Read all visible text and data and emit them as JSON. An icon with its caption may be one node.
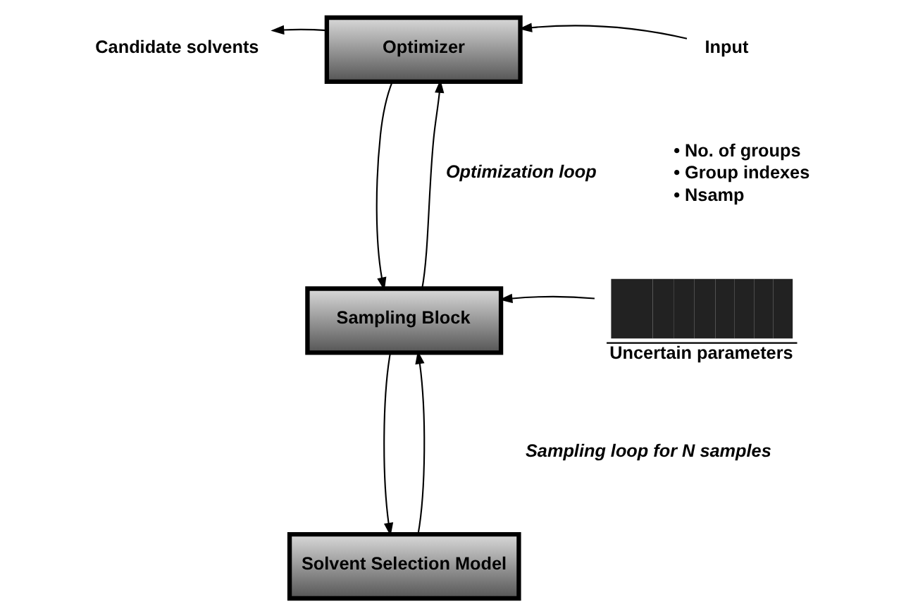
{
  "diagram": {
    "nodes": [
      {
        "text": [
          "Optimizer"
        ]
      },
      {
        "text": [
          "Sampling Block"
        ]
      },
      {
        "text": [
          "Solvent Selection Model"
        ]
      },
      {
        "text": [
          "Candidate solvents"
        ]
      },
      {
        "text": [
          "Input"
        ]
      },
      {
        "text": [],
        "shape": "picture",
        "beside": [
          "Uncertain parameters"
        ]
      }
    ],
    "edges": [
      {
        "from": 0,
        "to": 3,
        "arrow": "to"
      },
      {
        "from": 4,
        "to": 0,
        "arrow": "to"
      },
      {
        "from": 0,
        "to": 1,
        "arrow": "to"
      },
      {
        "from": 1,
        "to": 0,
        "arrow": "to"
      },
      {
        "from": 5,
        "to": 1,
        "arrow": "to"
      },
      {
        "from": 1,
        "to": 2,
        "arrow": "to"
      },
      {
        "from": 2,
        "to": 1,
        "arrow": "to"
      }
    ],
    "labels": [
      "Optimization loop",
      "• No. of groups",
      "• Group indexes",
      "• Nsamp",
      "Sampling loop for N samples"
    ]
  }
}
